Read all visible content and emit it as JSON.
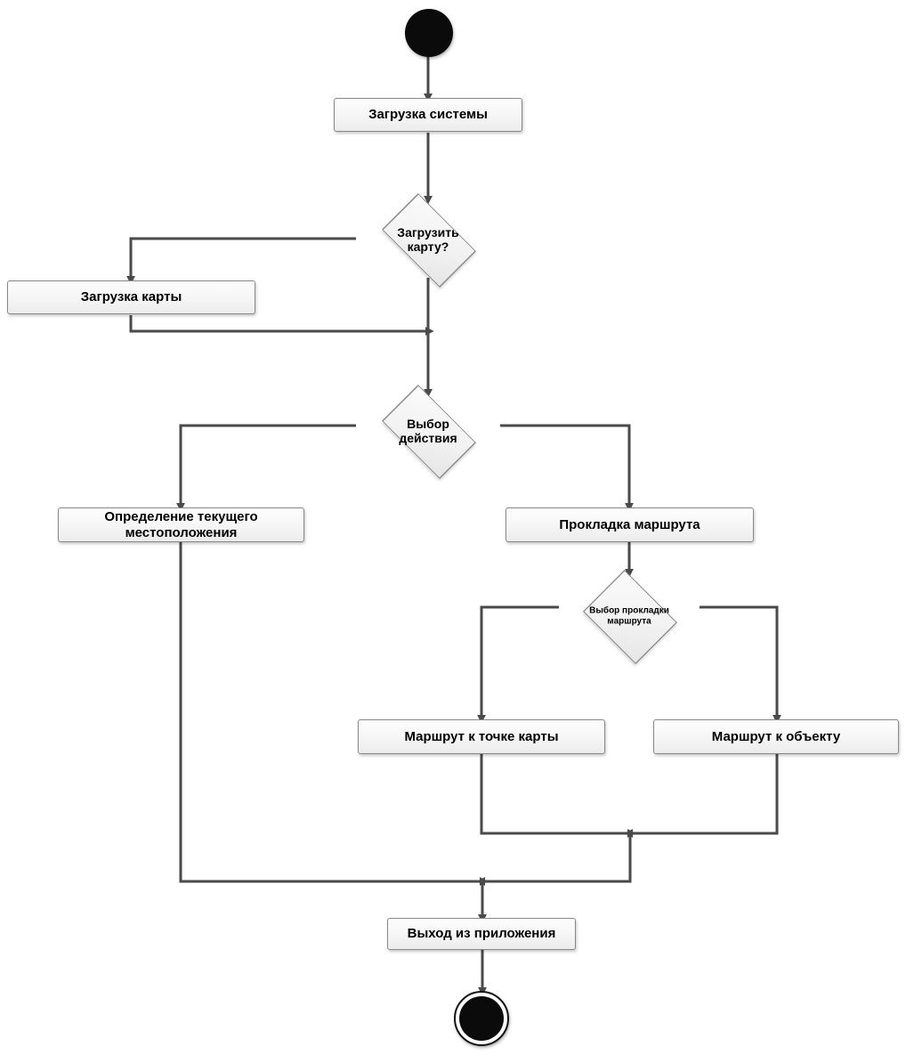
{
  "diagram": {
    "title": "UML Activity Diagram",
    "type": "uml-activity-diagram",
    "edge_color": "#4a4a4a",
    "node_border_color": "#888888",
    "node_fill_color": "#f2f2f2",
    "start_node_color": "#0b0b0b",
    "end_node_color": "#0b0b0b"
  },
  "nodes": {
    "start": {
      "name": "start-node",
      "shape": "filled-circle"
    },
    "load_system": {
      "label": "Загрузка системы",
      "shape": "activity"
    },
    "load_map_decision": {
      "label": "Загрузить\nкарту?",
      "shape": "decision"
    },
    "load_map": {
      "label": "Загрузка карты",
      "shape": "activity"
    },
    "action_choice": {
      "label": "Выбор\nдействия",
      "shape": "decision"
    },
    "current_location": {
      "label": "Определение текущего\nместоположения",
      "shape": "activity"
    },
    "route_plotting": {
      "label": "Прокладка маршрута",
      "shape": "activity"
    },
    "route_choice": {
      "label": "Выбор прокладки\nмаршрута",
      "shape": "decision"
    },
    "route_to_point": {
      "label": "Маршрут к точке карты",
      "shape": "activity"
    },
    "route_to_object": {
      "label": "Маршрут к объекту",
      "shape": "activity"
    },
    "exit_app": {
      "label": "Выход из приложения",
      "shape": "activity"
    },
    "end": {
      "name": "end-node",
      "shape": "final-circle"
    }
  }
}
